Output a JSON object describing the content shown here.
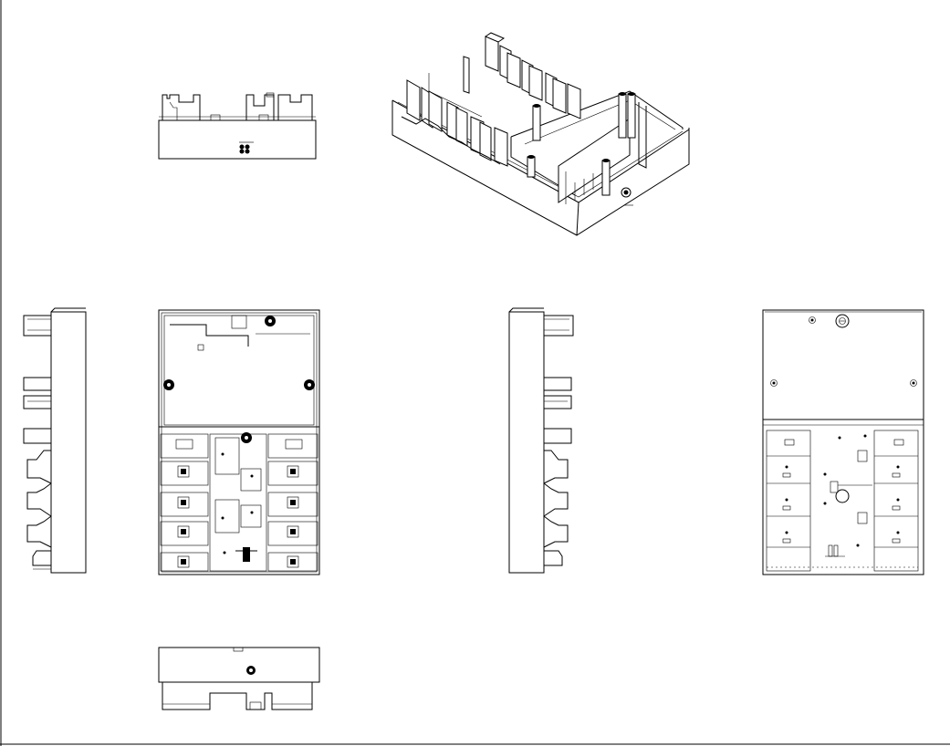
{
  "sheet": {
    "views": [
      {
        "id": "top",
        "caption": "",
        "scale": ""
      },
      {
        "id": "iso",
        "caption": "",
        "scale": ""
      },
      {
        "id": "right",
        "caption": "",
        "scale": ""
      },
      {
        "id": "front",
        "caption": "",
        "scale": ""
      },
      {
        "id": "left",
        "caption": "",
        "scale": ""
      },
      {
        "id": "back",
        "caption": "",
        "scale": ""
      },
      {
        "id": "bottom",
        "caption": "",
        "scale": ""
      }
    ]
  }
}
